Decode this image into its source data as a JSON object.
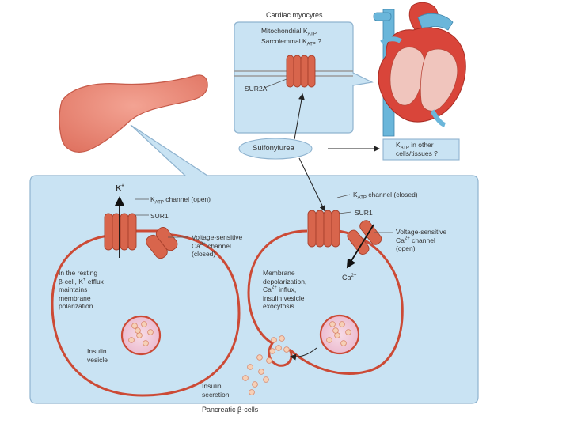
{
  "cardiac_title": "Cardiac myocytes",
  "mito_katp": "Mitochondrial K",
  "sarco_katp": "Sarcolemmal K",
  "atp_sub": "ATP",
  "question_mark": "?",
  "sur2a": "SUR2A",
  "sulfonylurea": "Sulfonylurea",
  "katp_other_a": "K",
  "katp_other_b": " in other",
  "katp_other_c": "cells/tissues ?",
  "k_plus": "K",
  "plus": "+",
  "katp_open_a": "K",
  "katp_open_b": " channel (open)",
  "sur1_left": "SUR1",
  "vsc_left_1": "Voltage-sensitive",
  "vsc_left_2": "Ca",
  "vsc_left_3": " channel",
  "vsc_left_4": "(closed)",
  "two_plus": "2+",
  "resting_1": "In the resting",
  "resting_2": "β-cell, K",
  "resting_3": " efflux",
  "resting_4": "maintains",
  "resting_5": "membrane",
  "resting_6": "polarization",
  "insulin_vesicle_1": "Insulin",
  "insulin_vesicle_2": "vesicle",
  "katp_closed_a": "K",
  "katp_closed_b": " channel (closed)",
  "sur1_right": "SUR1",
  "vsc_right_1": "Voltage-sensitive",
  "vsc_right_2": "Ca",
  "vsc_right_3": " channel",
  "vsc_right_4": "(open)",
  "ca_ion": "Ca",
  "depol_1": "Membrane",
  "depol_2": "depolarization,",
  "depol_3": "Ca",
  "depol_4": " influx,",
  "depol_5": "insulin vesicle",
  "depol_6": "exocytosis",
  "insulin_secretion_1": "Insulin",
  "insulin_secretion_2": "secretion",
  "beta_cells": "Pancreatic β-cells",
  "colors": {
    "panel": "#c9e3f3",
    "panel_border": "#8fb3cf",
    "membrane": "#cc4a35",
    "channel": "#d8654c",
    "pancreas": "#e6806f",
    "vesicle": "#f2c9da",
    "granule": "#f6d0b6",
    "heart_red": "#d9453a",
    "vessel_blue": "#6ab6da"
  }
}
